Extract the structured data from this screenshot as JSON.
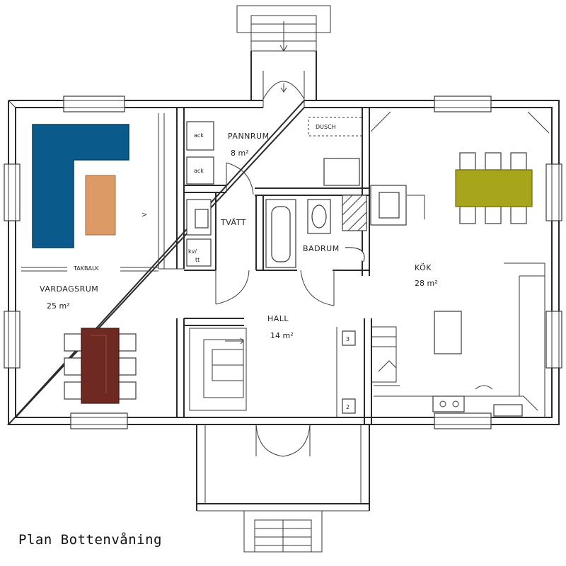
{
  "caption": "Plan Bottenvåning",
  "rooms": {
    "vardagsrum": {
      "name": "VARDAGSRUM",
      "area": "25 m²"
    },
    "pannrum": {
      "name": "PANNRUM",
      "area": "8 m²"
    },
    "tvatt": {
      "name": "TVÄTT"
    },
    "badrum": {
      "name": "BADRUM"
    },
    "kok": {
      "name": "KÖK",
      "area": "28 m²"
    },
    "hall": {
      "name": "HALL",
      "area": "14 m²"
    }
  },
  "labels": {
    "takbalk": "TAKBALK",
    "dusch": "DUSCH",
    "ack1": "ack",
    "ack2": "ack",
    "kv": "kv/",
    "tt": "tt",
    "stair_number_1": "3",
    "stair_number_2": "2",
    "stair_mark": "V"
  },
  "colors": {
    "sofa": "#0a5a8c",
    "coffee_table": "#dc9a66",
    "dining_table": "#6e2a22",
    "kitchen_table": "#a7a51c",
    "lines": "#2a2a2a"
  }
}
